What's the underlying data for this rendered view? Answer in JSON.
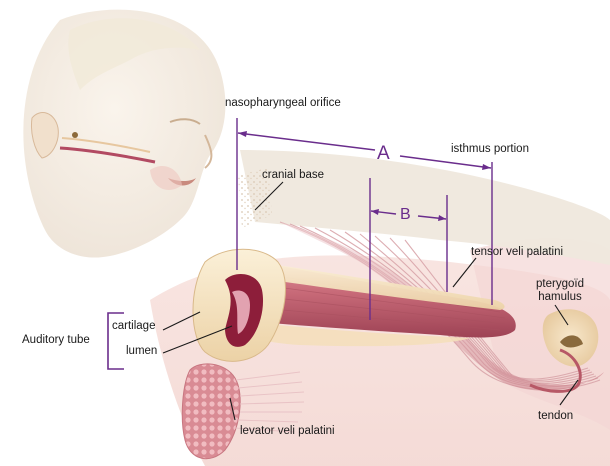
{
  "labels": {
    "nasopharyngeal_orifice": "nasopharyngeal orifice",
    "cranial_base": "cranial base",
    "isthmus_portion": "isthmus portion",
    "tensor_veli_palatini": "tensor veli palatini",
    "pterygoid_hamulus_line1": "pterygoïd",
    "pterygoid_hamulus_line2": "hamulus",
    "auditory_tube": "Auditory tube",
    "cartilage": "cartilage",
    "lumen": "lumen",
    "levator_veli_palatini": "levator veli palatini",
    "tendon": "tendon"
  },
  "measures": {
    "A": "A",
    "B": "B"
  },
  "colors": {
    "accent": "#6a2d8c",
    "muscle": "#c86a78",
    "cartilage": "#f3e1bf",
    "skin": "#f6ece1",
    "lumen": "#8d1e3a"
  }
}
